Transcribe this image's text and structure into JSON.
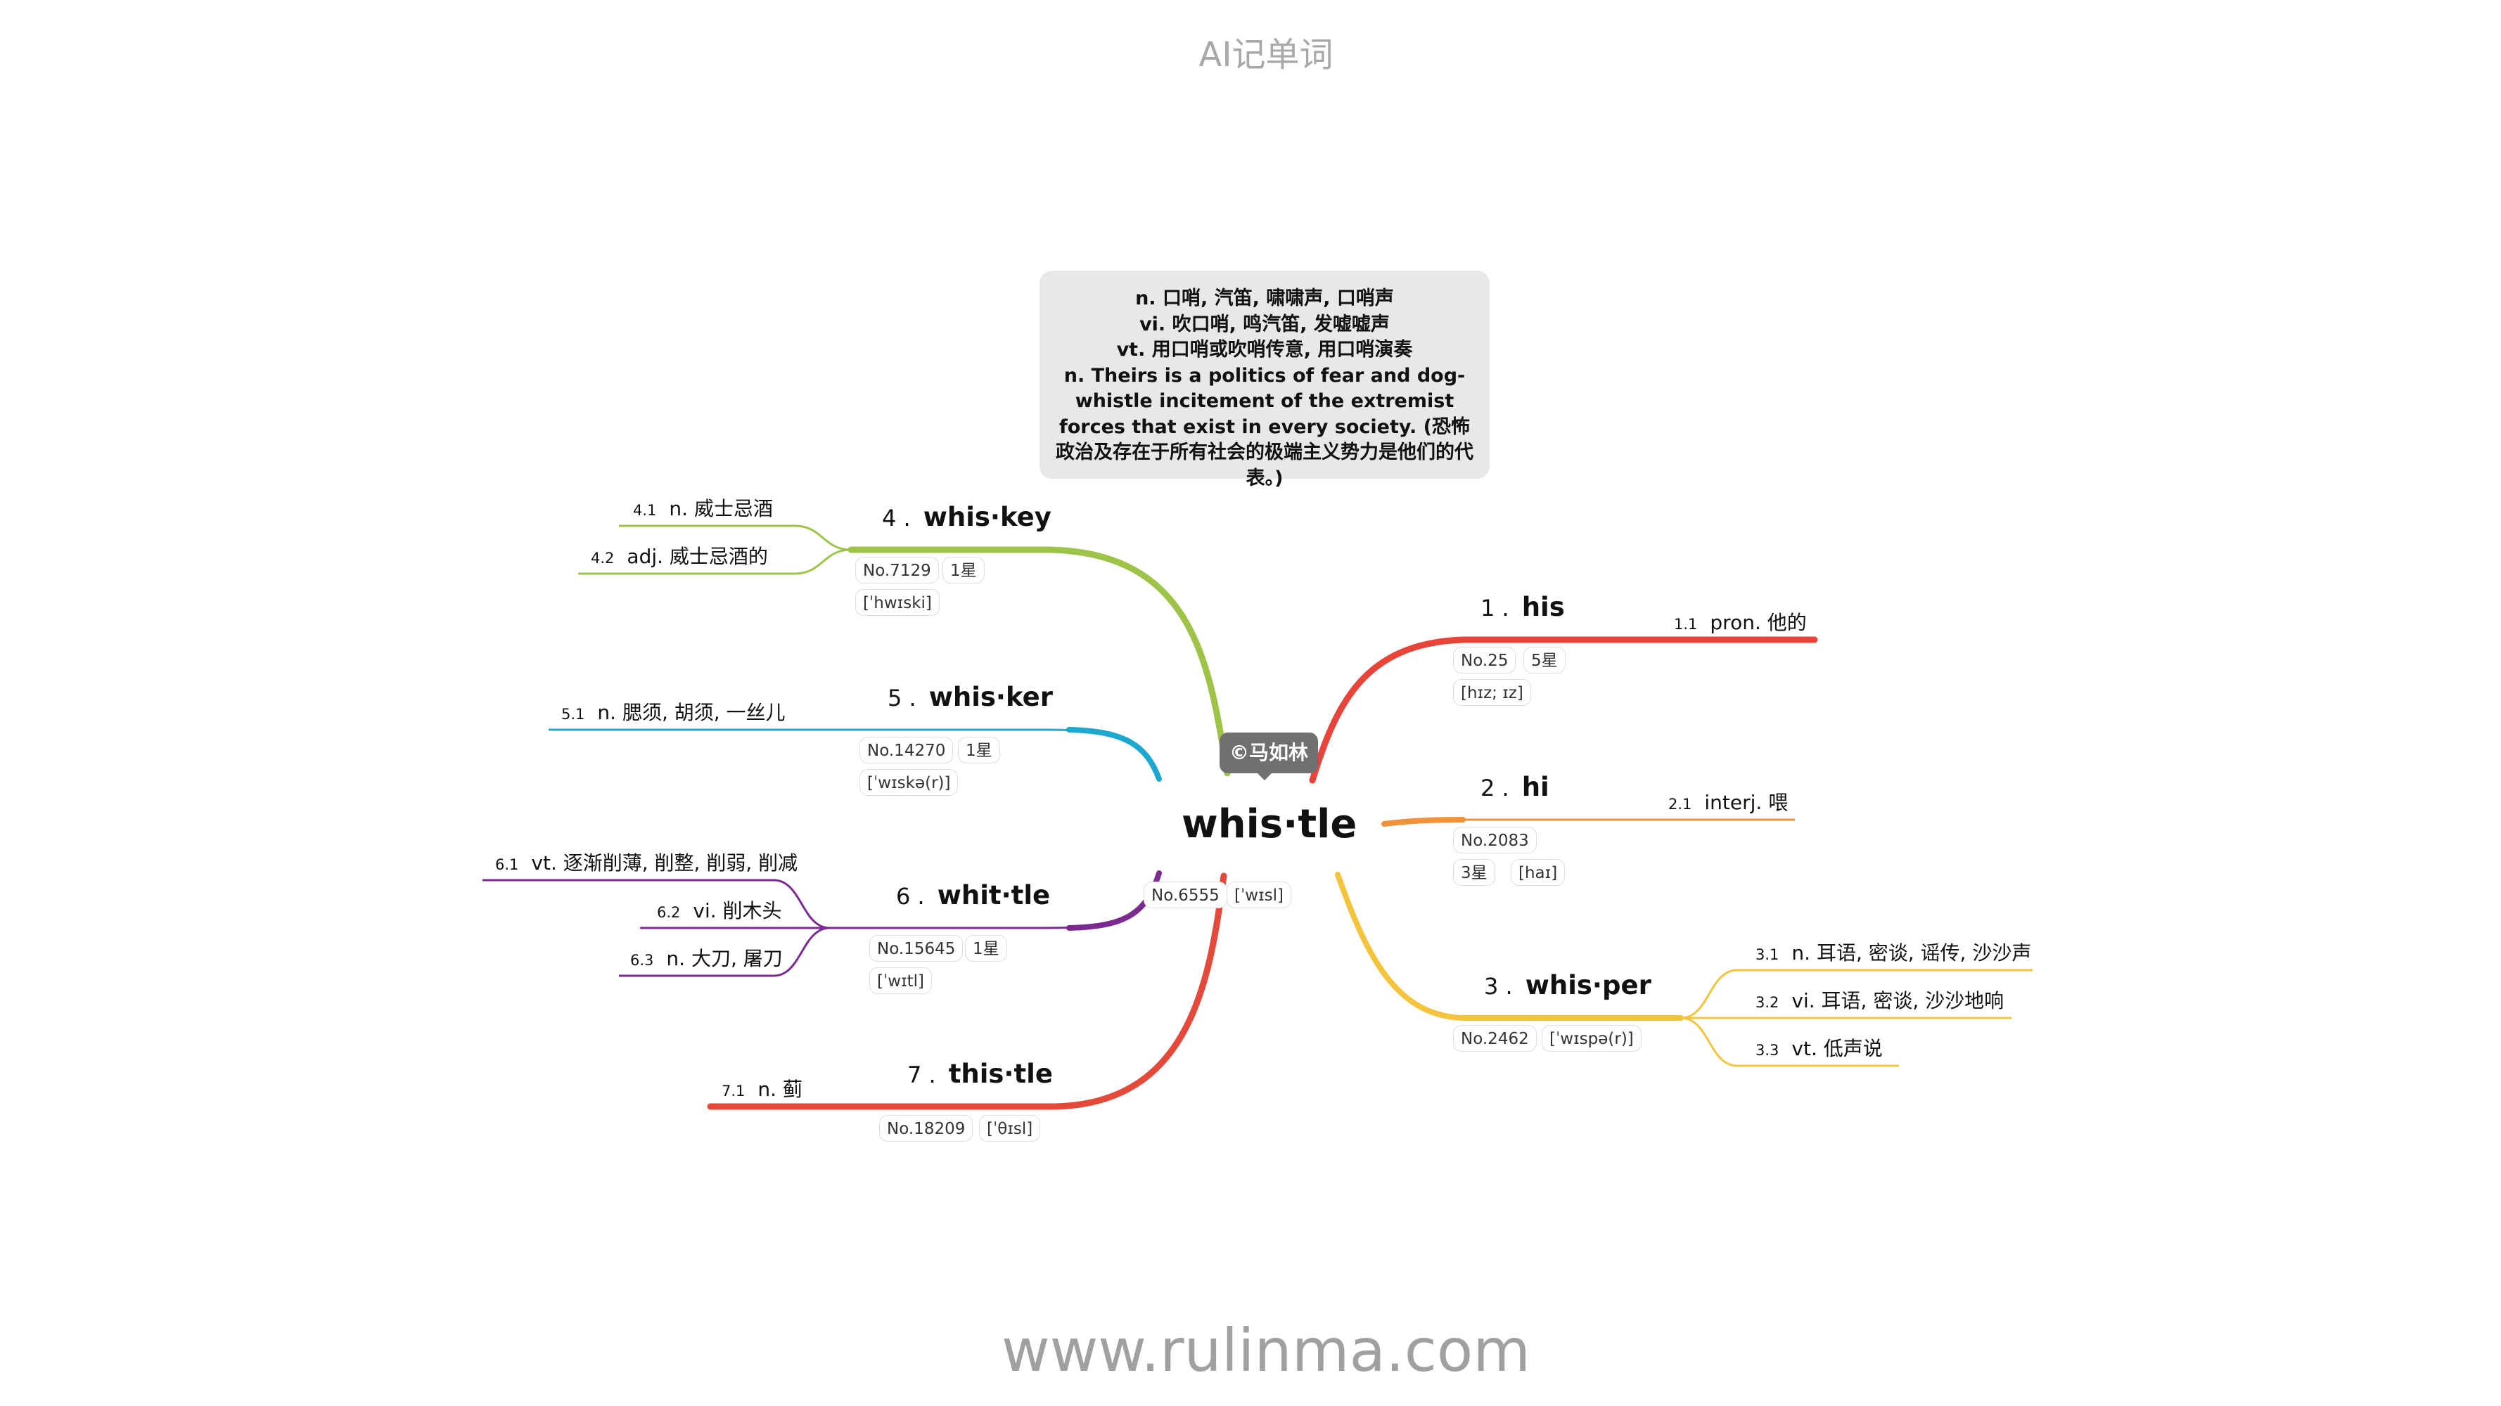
{
  "title": "AI记单词",
  "footer": "www.rulinma.com",
  "author": "©马如林",
  "center": {
    "word": "whis·tle",
    "no": "No.6555",
    "phon": "[ˈwɪsl]"
  },
  "definition_lines": [
    "n. 口哨, 汽笛, 啸啸声, 口哨声",
    "vi. 吹口哨, 鸣汽笛, 发嘘嘘声",
    "vt. 用口哨或吹哨传意, 用口哨演奏",
    "n. Theirs is a politics of fear and dog-whistle incitement of the extremist forces that exist in every society. (恐怖政治及存在于所有社会的极端主义势力是他们的代表。)"
  ],
  "branches": [
    {
      "num": "1 .",
      "word": "his",
      "color": "#e8443a",
      "tags": [
        "No.25",
        "5星",
        "[hɪz; ɪz]"
      ],
      "senses": [
        {
          "n": "1.1",
          "t": "pron. 他的"
        }
      ]
    },
    {
      "num": "2 .",
      "word": "hi",
      "color": "#f0923a",
      "tags": [
        "No.2083",
        "3星",
        "[haɪ]"
      ],
      "senses": [
        {
          "n": "2.1",
          "t": "interj. 喂"
        }
      ]
    },
    {
      "num": "3 .",
      "word": "whis·per",
      "color": "#f4c43e",
      "tags": [
        "No.2462",
        "[ˈwɪspə(r)]"
      ],
      "senses": [
        {
          "n": "3.1",
          "t": "n. 耳语, 密谈, 谣传, 沙沙声"
        },
        {
          "n": "3.2",
          "t": "vi. 耳语, 密谈, 沙沙地响"
        },
        {
          "n": "3.3",
          "t": "vt. 低声说"
        }
      ]
    },
    {
      "num": "4 .",
      "word": "whis·key",
      "color": "#9dc448",
      "tags": [
        "No.7129",
        "1星",
        "[ˈhwɪski]"
      ],
      "senses": [
        {
          "n": "4.1",
          "t": "n. 威士忌酒"
        },
        {
          "n": "4.2",
          "t": "adj. 威士忌酒的"
        }
      ]
    },
    {
      "num": "5 .",
      "word": "whis·ker",
      "color": "#1ea8cf",
      "tags": [
        "No.14270",
        "1星",
        "[ˈwɪskə(r)]"
      ],
      "senses": [
        {
          "n": "5.1",
          "t": "n. 腮须, 胡须, 一丝儿"
        }
      ]
    },
    {
      "num": "6 .",
      "word": "whit·tle",
      "color": "#7b2a90",
      "tags": [
        "No.15645",
        "1星",
        "[ˈwɪtl]"
      ],
      "senses": [
        {
          "n": "6.1",
          "t": "vt. 逐渐削薄, 削整, 削弱, 削减"
        },
        {
          "n": "6.2",
          "t": "vi. 削木头"
        },
        {
          "n": "6.3",
          "t": "n. 大刀, 屠刀"
        }
      ]
    },
    {
      "num": "7 .",
      "word": "this·tle",
      "color": "#e4493a",
      "tags": [
        "No.18209",
        "[ˈθɪsl]"
      ],
      "senses": [
        {
          "n": "7.1",
          "t": "n. 蓟"
        }
      ]
    }
  ]
}
